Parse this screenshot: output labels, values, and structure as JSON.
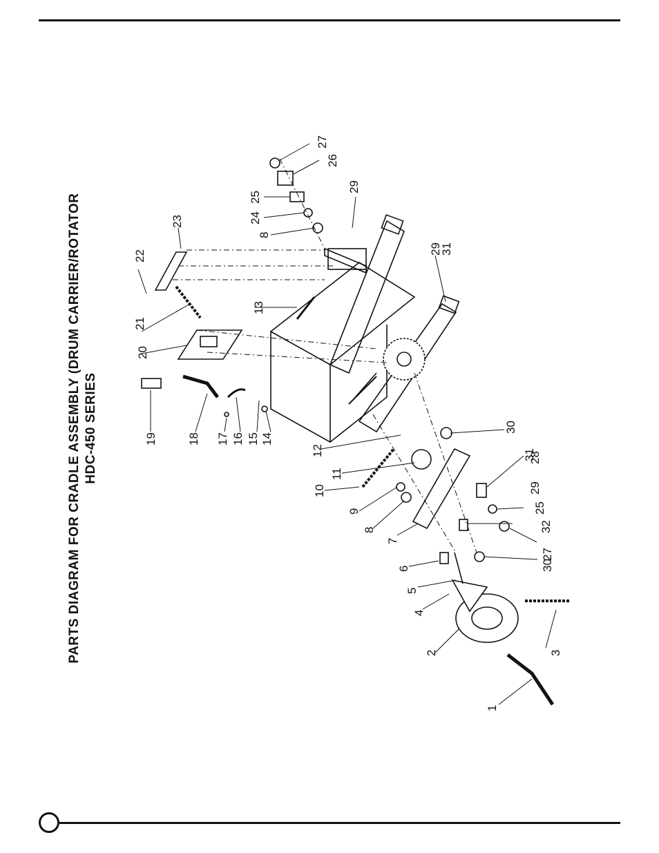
{
  "title": {
    "line1": "PARTS DIAGRAM FOR CRADLE ASSEMBLY (DRUM CARRIER/ROTATOR",
    "line2": "HDC-450  SERIES"
  },
  "callouts": [
    {
      "id": "c1",
      "text": "1"
    },
    {
      "id": "c2",
      "text": "2"
    },
    {
      "id": "c3",
      "text": "3"
    },
    {
      "id": "c4",
      "text": "4"
    },
    {
      "id": "c5",
      "text": "5"
    },
    {
      "id": "c6",
      "text": "6"
    },
    {
      "id": "c7",
      "text": "7"
    },
    {
      "id": "c8a",
      "text": "8"
    },
    {
      "id": "c9",
      "text": "9"
    },
    {
      "id": "c10",
      "text": "10"
    },
    {
      "id": "c11",
      "text": "11"
    },
    {
      "id": "c12",
      "text": "12"
    },
    {
      "id": "c14",
      "text": "14"
    },
    {
      "id": "c15",
      "text": "15"
    },
    {
      "id": "c16",
      "text": "16"
    },
    {
      "id": "c17",
      "text": "17"
    },
    {
      "id": "c18",
      "text": "18"
    },
    {
      "id": "c19",
      "text": "19"
    },
    {
      "id": "c30a",
      "text": "30"
    },
    {
      "id": "c28",
      "text": "28"
    },
    {
      "id": "c31a",
      "text": "31"
    },
    {
      "id": "c29a",
      "text": "29"
    },
    {
      "id": "c25a",
      "text": "25"
    },
    {
      "id": "c32",
      "text": "32"
    },
    {
      "id": "c30b",
      "text": "30"
    },
    {
      "id": "c27a",
      "text": "27"
    },
    {
      "id": "c13",
      "text": "13"
    },
    {
      "id": "c20",
      "text": "20"
    },
    {
      "id": "c21",
      "text": "21"
    },
    {
      "id": "c22",
      "text": "22"
    },
    {
      "id": "c23",
      "text": "23"
    },
    {
      "id": "c8b",
      "text": "8"
    },
    {
      "id": "c24",
      "text": "24"
    },
    {
      "id": "c25b",
      "text": "25"
    },
    {
      "id": "c26",
      "text": "26"
    },
    {
      "id": "c27b",
      "text": "27"
    },
    {
      "id": "c29b",
      "text": "29"
    },
    {
      "id": "c29c",
      "text": "29"
    },
    {
      "id": "c31b",
      "text": "31"
    }
  ]
}
